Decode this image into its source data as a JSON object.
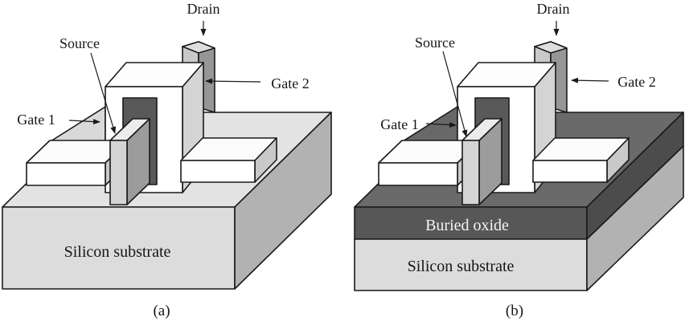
{
  "panel_a": {
    "caption": "(a)",
    "labels": {
      "drain": "Drain",
      "source": "Source",
      "gate1": "Gate 1",
      "gate2": "Gate 2",
      "substrate": "Silicon substrate"
    }
  },
  "panel_b": {
    "caption": "(b)",
    "labels": {
      "drain": "Drain",
      "source": "Source",
      "gate1": "Gate 1",
      "gate2": "Gate 2",
      "buried_oxide": "Buried oxide",
      "substrate": "Silicon substrate"
    }
  },
  "colors": {
    "substrate_front": "#dcdcdc",
    "substrate_top": "#e3e3e3",
    "substrate_side": "#b2b2b2",
    "buried_oxide_front": "#575757",
    "buried_oxide_top": "#6a6a6a",
    "buried_oxide_side": "#4c4c4c",
    "gate_box_white": "#ffffff",
    "notch_dark": "#595959",
    "fin_front": "#d4d4d4",
    "fin_side": "#9c9c9c",
    "pad_white": "#ffffff",
    "outline": "#1a1a1a"
  }
}
